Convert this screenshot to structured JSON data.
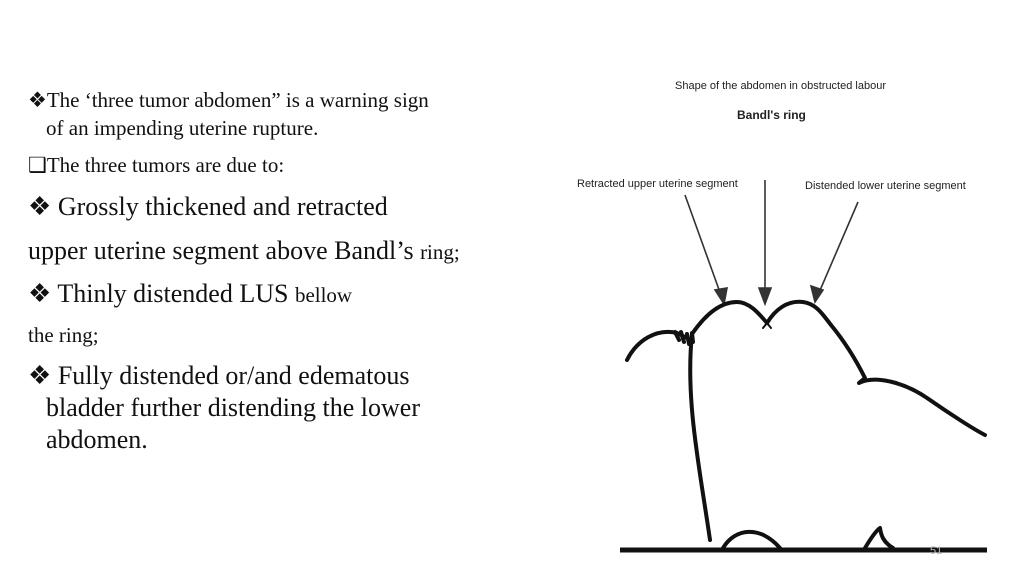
{
  "slide": {
    "bullets": [
      {
        "symbol": "❖",
        "text_line1": "The ‘three tumor abdomen” is a warning sign",
        "text_line2": "of an impending uterine rupture."
      },
      {
        "symbol": "❑",
        "text": "The three tumors are due to:"
      },
      {
        "symbol": "❖",
        "text_a": " Grossly thickened and retracted",
        "text_b": "upper uterine segment above Bandl’s ",
        "text_b_small": "ring;"
      },
      {
        "symbol": "❖",
        "text_a": " Thinly distended LUS ",
        "text_a_small": "bellow",
        "text_b": "the ring;"
      },
      {
        "symbol": "❖",
        "text_line1": " Fully distended or/and edematous",
        "text_line2": "bladder further distending the lower",
        "text_line3": "abdomen."
      }
    ],
    "figure": {
      "title": "Shape of the abdomen in obstructed labour",
      "subtitle": "Bandl's ring",
      "label_left": "Retracted upper uterine segment",
      "label_right": "Distended lower uterine segment"
    },
    "page_number": "51"
  }
}
